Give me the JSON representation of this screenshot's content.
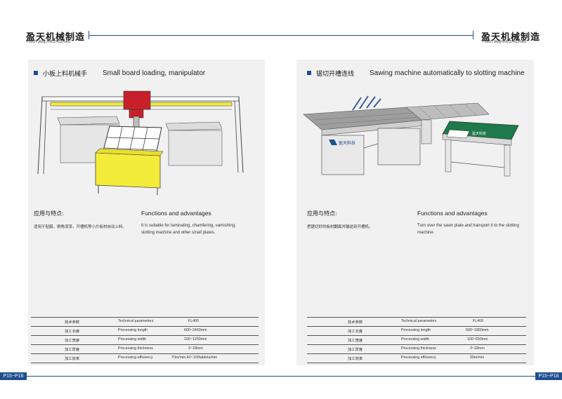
{
  "header": {
    "left": {
      "brand_cn": "盈天机械制造",
      "brand_en": "YINGTIANJIXIEZHIZHAO"
    },
    "right": {
      "brand_cn": "盈天机械制造",
      "brand_en": "YINGTIANJIXIEZHIZHAO"
    }
  },
  "colors": {
    "accent": "#1f4f8f",
    "panel_bg": "#f1f1f1",
    "machine_yellow": "#f3ec3a",
    "machine_red": "#c8202a",
    "conveyor_green": "#1e7a4a"
  },
  "left_page": {
    "title_cn": "小板上料机械手",
    "title_en": "Small board loading, manipulator",
    "features_cn": "应用与特点:",
    "features_en": "Functions and advantages",
    "desc_cn": "适用于贴膜，倒角漆漆，开槽机等小片板材自动上料。",
    "desc_en_line1": "It is suitable for laminating, chamfering, varnishing,",
    "desc_en_line2": "slotting machine and other small plates.",
    "specs": [
      {
        "cn": "技术参数",
        "en": "Technical parameters",
        "value": "FL400"
      },
      {
        "cn": "加工长度",
        "en": "Processing length",
        "value": "600~2450mm"
      },
      {
        "cn": "加工宽度",
        "en": "Processing width",
        "value": "100~1250mm"
      },
      {
        "cn": "加工厚度",
        "en": "Processing thickness",
        "value": "3~18mm"
      },
      {
        "cn": "加工效率",
        "en": "Processing efficiency",
        "value": "70m/min;40~100tablets/min"
      }
    ]
  },
  "right_page": {
    "title_cn": "锯切开槽连线",
    "title_en": "Sawing machine automatically to slotting machine",
    "features_cn": "应用与特点:",
    "features_en": "Functions and advantages",
    "desc_cn": "把锯切好的板材翻面并输送到开槽机。",
    "desc_en_line1": "Turn over the sawn plate and transport it to the slotting",
    "desc_en_line2": "machine.",
    "logo_text": "盈天科技",
    "specs": [
      {
        "cn": "技术参数",
        "en": "Technical parameters",
        "value": "FL400"
      },
      {
        "cn": "加工长度",
        "en": "Processing length",
        "value": "600~1850mm"
      },
      {
        "cn": "加工宽度",
        "en": "Processing width",
        "value": "100~650mm"
      },
      {
        "cn": "加工厚度",
        "en": "Processing thickness",
        "value": "3~18mm"
      },
      {
        "cn": "加工效率",
        "en": "Processing efficiency",
        "value": "90m/min"
      }
    ]
  },
  "footer": {
    "left_pages": "P15~P16",
    "right_pages": "P15~P16"
  }
}
